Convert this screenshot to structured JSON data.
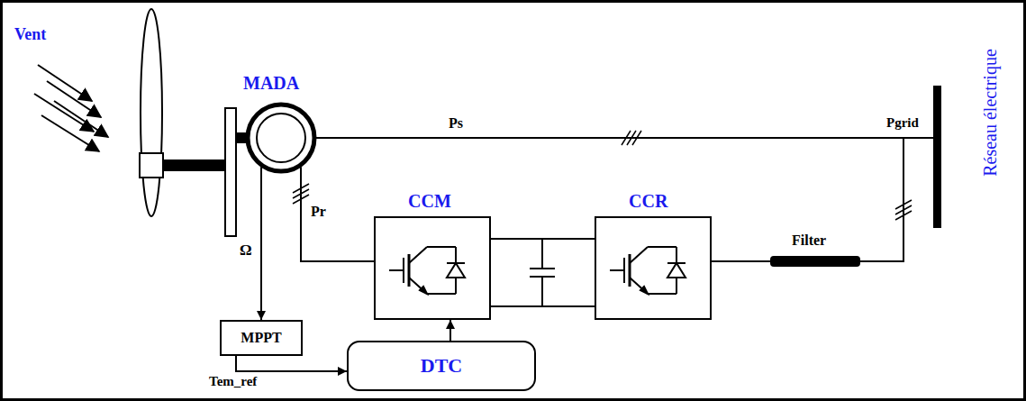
{
  "diagram": {
    "nodes": [
      {
        "text": [
          "MADA"
        ]
      },
      {
        "text": [
          "MPPT"
        ]
      },
      {
        "text": [
          "CCM"
        ]
      },
      {
        "text": [
          "CCR"
        ]
      },
      {
        "text": [
          "Filter"
        ]
      },
      {
        "text": [
          "DTC"
        ]
      },
      {
        "text": [
          "Réseau électrique"
        ]
      }
    ],
    "edges": [
      {
        "from": 0,
        "to": 6,
        "arrow": "none",
        "label": "Ps"
      },
      {
        "from": 0,
        "to": 2,
        "arrow": "none",
        "label": "Pr"
      },
      {
        "from": 2,
        "to": 3,
        "arrow": "none"
      },
      {
        "from": 3,
        "to": 4,
        "arrow": "none"
      },
      {
        "from": 4,
        "to": 6,
        "arrow": "none"
      },
      {
        "from": 0,
        "to": 1,
        "arrow": "to",
        "label": "Ω"
      },
      {
        "from": 1,
        "to": 5,
        "arrow": "to",
        "label": "Tem_ref"
      },
      {
        "from": 5,
        "to": 2,
        "arrow": "to"
      }
    ],
    "labels": [
      "Vent",
      "Pgrid"
    ]
  }
}
